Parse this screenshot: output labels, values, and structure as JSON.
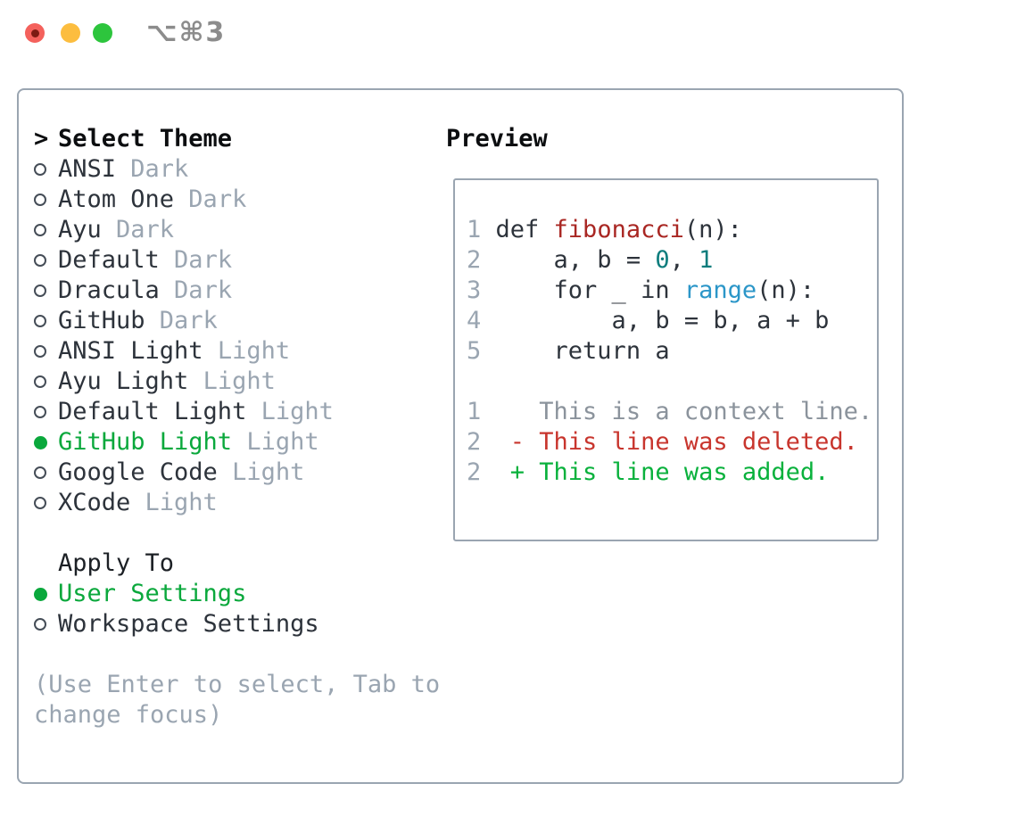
{
  "window": {
    "title_shortcut": "⌥⌘3"
  },
  "theme_list": {
    "header_prefix": ">",
    "header": "Select Theme",
    "items": [
      {
        "name": "ANSI",
        "tag": "Dark",
        "selected": false
      },
      {
        "name": "Atom One",
        "tag": "Dark",
        "selected": false
      },
      {
        "name": "Ayu",
        "tag": "Dark",
        "selected": false
      },
      {
        "name": "Default",
        "tag": "Dark",
        "selected": false
      },
      {
        "name": "Dracula",
        "tag": "Dark",
        "selected": false
      },
      {
        "name": "GitHub",
        "tag": "Dark",
        "selected": false
      },
      {
        "name": "ANSI Light",
        "tag": "Light",
        "selected": false
      },
      {
        "name": "Ayu Light",
        "tag": "Light",
        "selected": false
      },
      {
        "name": "Default Light",
        "tag": "Light",
        "selected": false
      },
      {
        "name": "GitHub Light",
        "tag": "Light",
        "selected": true
      },
      {
        "name": "Google Code",
        "tag": "Light",
        "selected": false
      },
      {
        "name": "XCode",
        "tag": "Light",
        "selected": false
      }
    ]
  },
  "apply_to": {
    "header": "Apply To",
    "options": [
      {
        "name": "User Settings",
        "selected": true
      },
      {
        "name": "Workspace Settings",
        "selected": false
      }
    ]
  },
  "hint_lines": [
    "(Use Enter to select, Tab to",
    "change focus)"
  ],
  "preview": {
    "title": "Preview",
    "lines": [
      {
        "name": "code-line-1",
        "n": "1",
        "tokens": [
          {
            "t": "def ",
            "c": "fg"
          },
          {
            "t": "fibonacci",
            "c": "func"
          },
          {
            "t": "(n):",
            "c": "fg"
          }
        ]
      },
      {
        "name": "code-line-2",
        "n": "2",
        "tokens": [
          {
            "t": "    a, b = ",
            "c": "fg"
          },
          {
            "t": "0",
            "c": "num"
          },
          {
            "t": ", ",
            "c": "fg"
          },
          {
            "t": "1",
            "c": "num"
          }
        ]
      },
      {
        "name": "code-line-3",
        "n": "3",
        "tokens": [
          {
            "t": "    for _ in ",
            "c": "fg"
          },
          {
            "t": "range",
            "c": "call"
          },
          {
            "t": "(n):",
            "c": "fg"
          }
        ]
      },
      {
        "name": "code-line-4",
        "n": "4",
        "tokens": [
          {
            "t": "        a, b = b, a + b",
            "c": "fg"
          }
        ]
      },
      {
        "name": "code-line-5",
        "n": "5",
        "tokens": [
          {
            "t": "    return a",
            "c": "fg"
          }
        ]
      },
      {
        "name": "blank-line",
        "n": "",
        "tokens": []
      },
      {
        "name": "diff-context-line",
        "n": "1",
        "tokens": [
          {
            "t": "   This is a context line.",
            "c": "ctx"
          }
        ]
      },
      {
        "name": "diff-deleted-line",
        "n": "2",
        "tokens": [
          {
            "t": " - This line was deleted.",
            "c": "del"
          }
        ]
      },
      {
        "name": "diff-added-line",
        "n": "2",
        "tokens": [
          {
            "t": " + This line was added.",
            "c": "add"
          }
        ]
      }
    ]
  },
  "colors": {
    "text": "#2d333b",
    "muted_gray": "#9aa5b1",
    "accent_green": "#0aa83c",
    "function_red": "#a92723",
    "number_teal": "#0d7d7d",
    "call_blue": "#2b96c8",
    "context_gray": "#8b939c",
    "deleted_red": "#c8352d",
    "added_green": "#09b13c",
    "border_gray": "#9aa5b1",
    "traffic_red": "#f4615c",
    "traffic_yellow": "#fcbd3f",
    "traffic_green": "#2dc53d"
  }
}
